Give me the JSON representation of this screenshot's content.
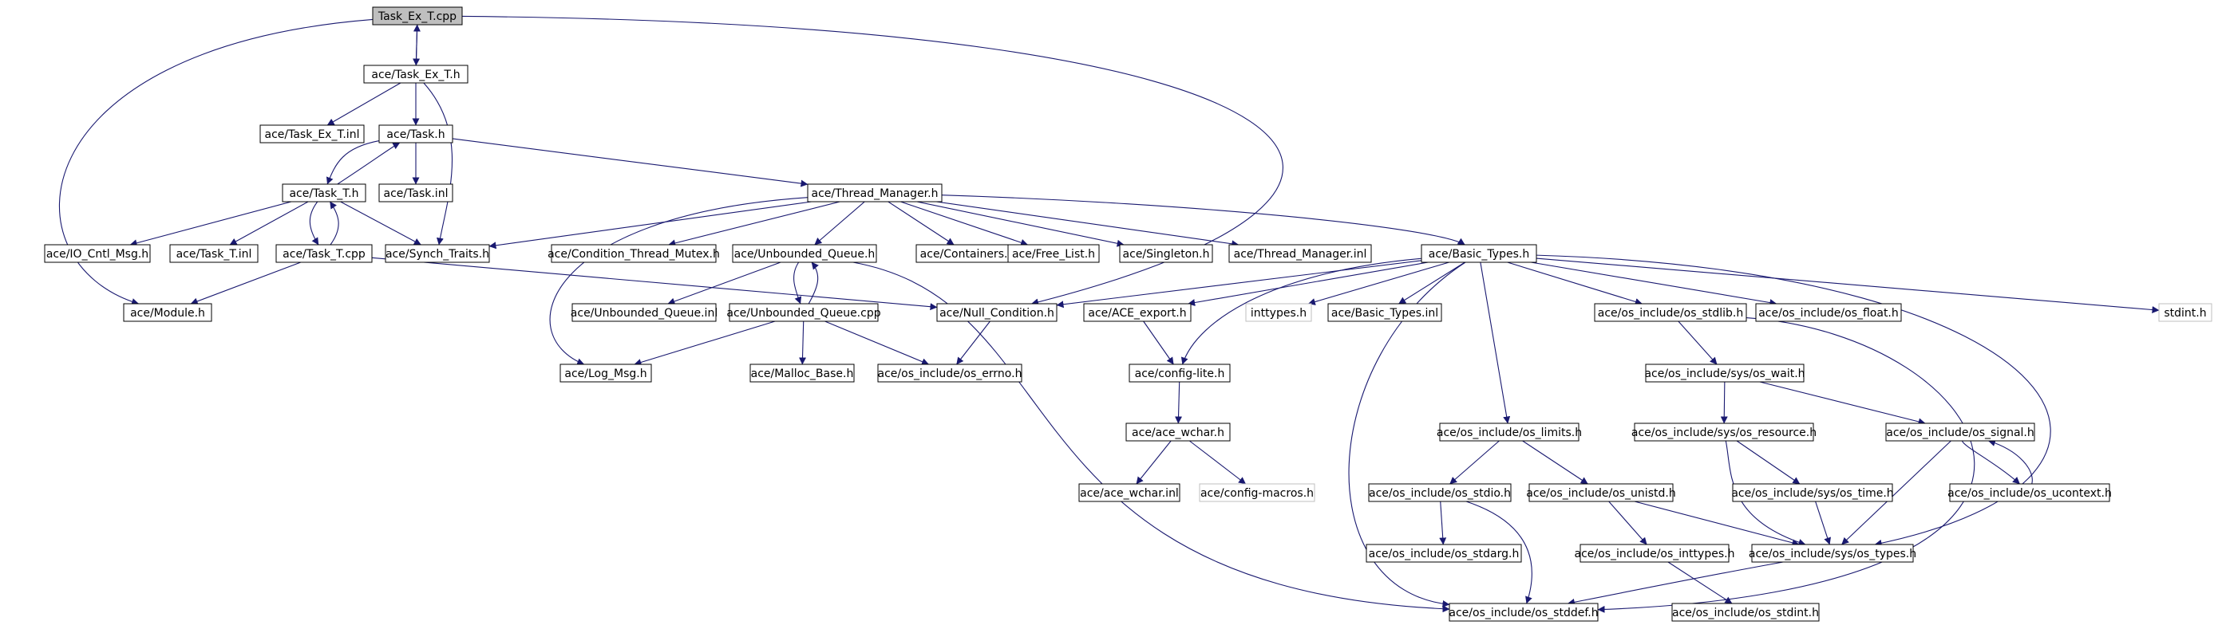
{
  "diagram": {
    "colors": {
      "edge": "#191970",
      "node_border": "#000000",
      "missing_node_border": "#bfbfbf",
      "root_fill": "#bfbfbf",
      "background": "#ffffff"
    },
    "nodes": [
      {
        "id": "task_ex_t_cpp",
        "label": "Task_Ex_T.cpp",
        "root": true
      },
      {
        "id": "task_ex_t_h",
        "label": "ace/Task_Ex_T.h"
      },
      {
        "id": "task_ex_t_inl",
        "label": "ace/Task_Ex_T.inl"
      },
      {
        "id": "task_h",
        "label": "ace/Task.h"
      },
      {
        "id": "task_t_h",
        "label": "ace/Task_T.h"
      },
      {
        "id": "task_inl",
        "label": "ace/Task.inl"
      },
      {
        "id": "thread_manager_h",
        "label": "ace/Thread_Manager.h"
      },
      {
        "id": "io_cntl_msg_h",
        "label": "ace/IO_Cntl_Msg.h"
      },
      {
        "id": "task_t_inl",
        "label": "ace/Task_T.inl"
      },
      {
        "id": "task_t_cpp",
        "label": "ace/Task_T.cpp"
      },
      {
        "id": "synch_traits_h",
        "label": "ace/Synch_Traits.h"
      },
      {
        "id": "condition_thread_mutex_h",
        "label": "ace/Condition_Thread_Mutex.h"
      },
      {
        "id": "unbounded_queue_h",
        "label": "ace/Unbounded_Queue.h"
      },
      {
        "id": "containers_h",
        "label": "ace/Containers.h"
      },
      {
        "id": "free_list_h",
        "label": "ace/Free_List.h"
      },
      {
        "id": "singleton_h",
        "label": "ace/Singleton.h"
      },
      {
        "id": "thread_manager_inl",
        "label": "ace/Thread_Manager.inl"
      },
      {
        "id": "basic_types_h",
        "label": "ace/Basic_Types.h"
      },
      {
        "id": "module_h",
        "label": "ace/Module.h"
      },
      {
        "id": "unbounded_queue_inl",
        "label": "ace/Unbounded_Queue.inl"
      },
      {
        "id": "unbounded_queue_cpp",
        "label": "ace/Unbounded_Queue.cpp"
      },
      {
        "id": "null_condition_h",
        "label": "ace/Null_Condition.h"
      },
      {
        "id": "ace_export_h",
        "label": "ace/ACE_export.h"
      },
      {
        "id": "inttypes_h",
        "label": "inttypes.h",
        "missing": true
      },
      {
        "id": "basic_types_inl",
        "label": "ace/Basic_Types.inl"
      },
      {
        "id": "os_stdlib_h",
        "label": "ace/os_include/os_stdlib.h"
      },
      {
        "id": "os_float_h",
        "label": "ace/os_include/os_float.h"
      },
      {
        "id": "stdint_h",
        "label": "stdint.h",
        "missing": true
      },
      {
        "id": "log_msg_h",
        "label": "ace/Log_Msg.h"
      },
      {
        "id": "malloc_base_h",
        "label": "ace/Malloc_Base.h"
      },
      {
        "id": "os_errno_h",
        "label": "ace/os_include/os_errno.h"
      },
      {
        "id": "config_lite_h",
        "label": "ace/config-lite.h"
      },
      {
        "id": "os_wait_h",
        "label": "ace/os_include/sys/os_wait.h"
      },
      {
        "id": "ace_wchar_h",
        "label": "ace/ace_wchar.h"
      },
      {
        "id": "os_limits_h",
        "label": "ace/os_include/os_limits.h"
      },
      {
        "id": "os_resource_h",
        "label": "ace/os_include/sys/os_resource.h"
      },
      {
        "id": "os_signal_h",
        "label": "ace/os_include/os_signal.h"
      },
      {
        "id": "ace_wchar_inl",
        "label": "ace/ace_wchar.inl"
      },
      {
        "id": "config_macros_h",
        "label": "ace/config-macros.h",
        "missing": true
      },
      {
        "id": "os_stdio_h",
        "label": "ace/os_include/os_stdio.h"
      },
      {
        "id": "os_unistd_h",
        "label": "ace/os_include/os_unistd.h"
      },
      {
        "id": "os_time_h",
        "label": "ace/os_include/sys/os_time.h"
      },
      {
        "id": "os_ucontext_h",
        "label": "ace/os_include/os_ucontext.h"
      },
      {
        "id": "os_stdarg_h",
        "label": "ace/os_include/os_stdarg.h"
      },
      {
        "id": "os_inttypes_h",
        "label": "ace/os_include/os_inttypes.h"
      },
      {
        "id": "os_types_h",
        "label": "ace/os_include/sys/os_types.h"
      },
      {
        "id": "os_stddef_h",
        "label": "ace/os_include/os_stddef.h"
      },
      {
        "id": "os_stdint_h",
        "label": "ace/os_include/os_stdint.h"
      }
    ],
    "edges": [
      [
        "task_ex_t_cpp",
        "task_ex_t_h"
      ],
      [
        "task_ex_t_h",
        "task_ex_t_cpp"
      ],
      [
        "task_ex_t_cpp",
        "module_h"
      ],
      [
        "task_ex_t_cpp",
        "null_condition_h"
      ],
      [
        "task_ex_t_h",
        "task_ex_t_inl"
      ],
      [
        "task_ex_t_h",
        "task_h"
      ],
      [
        "task_ex_t_h",
        "synch_traits_h"
      ],
      [
        "task_h",
        "task_t_h"
      ],
      [
        "task_t_h",
        "task_h"
      ],
      [
        "task_h",
        "task_inl"
      ],
      [
        "task_h",
        "thread_manager_h"
      ],
      [
        "task_t_h",
        "io_cntl_msg_h"
      ],
      [
        "task_t_h",
        "task_t_inl"
      ],
      [
        "task_t_h",
        "task_t_cpp"
      ],
      [
        "task_t_cpp",
        "task_t_h"
      ],
      [
        "task_t_h",
        "synch_traits_h"
      ],
      [
        "task_t_cpp",
        "module_h"
      ],
      [
        "task_t_cpp",
        "null_condition_h"
      ],
      [
        "thread_manager_h",
        "synch_traits_h"
      ],
      [
        "thread_manager_h",
        "condition_thread_mutex_h"
      ],
      [
        "thread_manager_h",
        "unbounded_queue_h"
      ],
      [
        "thread_manager_h",
        "containers_h"
      ],
      [
        "thread_manager_h",
        "free_list_h"
      ],
      [
        "thread_manager_h",
        "singleton_h"
      ],
      [
        "thread_manager_h",
        "thread_manager_inl"
      ],
      [
        "thread_manager_h",
        "basic_types_h"
      ],
      [
        "thread_manager_h",
        "log_msg_h"
      ],
      [
        "unbounded_queue_h",
        "unbounded_queue_inl"
      ],
      [
        "unbounded_queue_h",
        "unbounded_queue_cpp"
      ],
      [
        "unbounded_queue_cpp",
        "unbounded_queue_h"
      ],
      [
        "unbounded_queue_h",
        "os_stddef_h"
      ],
      [
        "unbounded_queue_cpp",
        "log_msg_h"
      ],
      [
        "unbounded_queue_cpp",
        "malloc_base_h"
      ],
      [
        "unbounded_queue_cpp",
        "os_errno_h"
      ],
      [
        "null_condition_h",
        "os_errno_h"
      ],
      [
        "basic_types_h",
        "null_condition_h"
      ],
      [
        "basic_types_h",
        "ace_export_h"
      ],
      [
        "basic_types_h",
        "inttypes_h"
      ],
      [
        "basic_types_h",
        "basic_types_inl"
      ],
      [
        "basic_types_h",
        "os_stdlib_h"
      ],
      [
        "basic_types_h",
        "os_float_h"
      ],
      [
        "basic_types_h",
        "stdint_h"
      ],
      [
        "basic_types_h",
        "config_lite_h"
      ],
      [
        "basic_types_h",
        "os_limits_h"
      ],
      [
        "basic_types_h",
        "os_stddef_h"
      ],
      [
        "basic_types_h",
        "os_types_h"
      ],
      [
        "ace_export_h",
        "config_lite_h"
      ],
      [
        "config_lite_h",
        "ace_wchar_h"
      ],
      [
        "ace_wchar_h",
        "ace_wchar_inl"
      ],
      [
        "ace_wchar_h",
        "config_macros_h"
      ],
      [
        "os_stdlib_h",
        "os_wait_h"
      ],
      [
        "os_stdlib_h",
        "os_stddef_h"
      ],
      [
        "os_wait_h",
        "os_resource_h"
      ],
      [
        "os_wait_h",
        "os_signal_h"
      ],
      [
        "os_resource_h",
        "os_time_h"
      ],
      [
        "os_resource_h",
        "os_types_h"
      ],
      [
        "os_signal_h",
        "os_ucontext_h"
      ],
      [
        "os_ucontext_h",
        "os_signal_h"
      ],
      [
        "os_signal_h",
        "os_types_h"
      ],
      [
        "os_time_h",
        "os_types_h"
      ],
      [
        "os_limits_h",
        "os_stdio_h"
      ],
      [
        "os_limits_h",
        "os_unistd_h"
      ],
      [
        "os_stdio_h",
        "os_stdarg_h"
      ],
      [
        "os_stdio_h",
        "os_stddef_h"
      ],
      [
        "os_unistd_h",
        "os_inttypes_h"
      ],
      [
        "os_unistd_h",
        "os_types_h"
      ],
      [
        "os_inttypes_h",
        "os_stdint_h"
      ],
      [
        "os_types_h",
        "os_stddef_h"
      ]
    ]
  }
}
